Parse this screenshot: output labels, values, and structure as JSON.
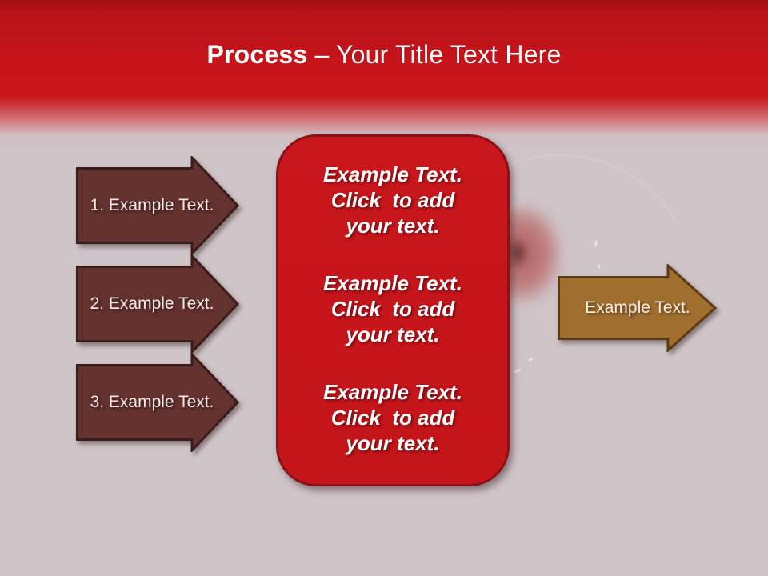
{
  "slide": {
    "title": {
      "bold": "Process",
      "rest": " – Your Title Text Here"
    }
  },
  "left_arrows": [
    {
      "label": "1. Example Text."
    },
    {
      "label": "2. Example Text."
    },
    {
      "label": "3. Example Text."
    }
  ],
  "center_box": {
    "groups": [
      {
        "lines": [
          "Example Text.",
          "Click  to add",
          "your text."
        ]
      },
      {
        "lines": [
          "Example Text.",
          "Click  to add",
          "your text."
        ]
      },
      {
        "lines": [
          "Example Text.",
          "Click  to add",
          "your text."
        ]
      }
    ]
  },
  "right_arrow": {
    "label": "Example Text."
  },
  "colors": {
    "header_red": "#c7151b",
    "header_red_dark": "#a21013",
    "box_red": "#c8171d",
    "box_border": "#8c1115",
    "maroon_arrow": "#64322f",
    "maroon_border": "#3a1d1b",
    "brown_arrow": "#a06f30",
    "brown_border": "#5c3b10",
    "background": "#cfc4c8",
    "text_white": "#ffffff"
  }
}
